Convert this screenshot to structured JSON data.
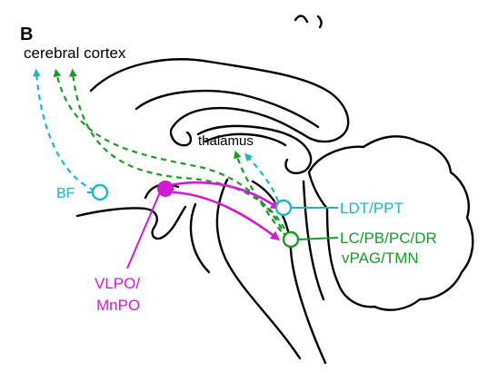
{
  "panel_letter": "B",
  "labels": {
    "cortex": "cerebral cortex",
    "thalamus": "thalamus",
    "bf": "BF",
    "ldt": "LDT/PPT",
    "lc_line1": "LC/PB/PC/DR",
    "lc_line2": "vPAG/TMN",
    "vlpo_line1": "VLPO/",
    "vlpo_line2": "MnPO"
  },
  "colors": {
    "outline": "#000000",
    "cyan": "#1bb8c4",
    "green": "#1a9a2a",
    "magenta": "#d21ad2"
  }
}
